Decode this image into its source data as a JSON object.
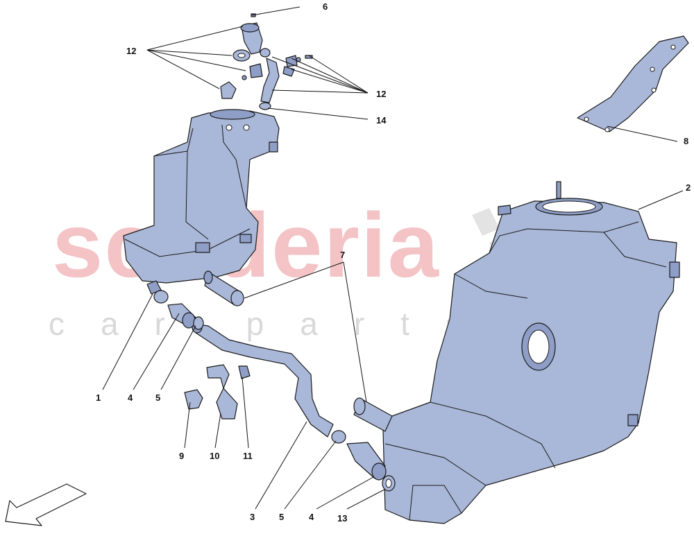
{
  "watermark": {
    "brand": "scuderia",
    "subtitle": "car parts"
  },
  "callouts": {
    "c1": "1",
    "c2": "2",
    "c3": "3",
    "c4a": "4",
    "c4b": "4",
    "c5a": "5",
    "c5b": "5",
    "c6": "6",
    "c7": "7",
    "c8": "8",
    "c9": "9",
    "c10": "10",
    "c11": "11",
    "c12a": "12",
    "c12b": "12",
    "c13": "13",
    "c14": "14"
  },
  "colors": {
    "part_fill": "#a9b7d8",
    "watermark_red": "#f4c3c5",
    "watermark_grey": "#d9d9d9"
  }
}
